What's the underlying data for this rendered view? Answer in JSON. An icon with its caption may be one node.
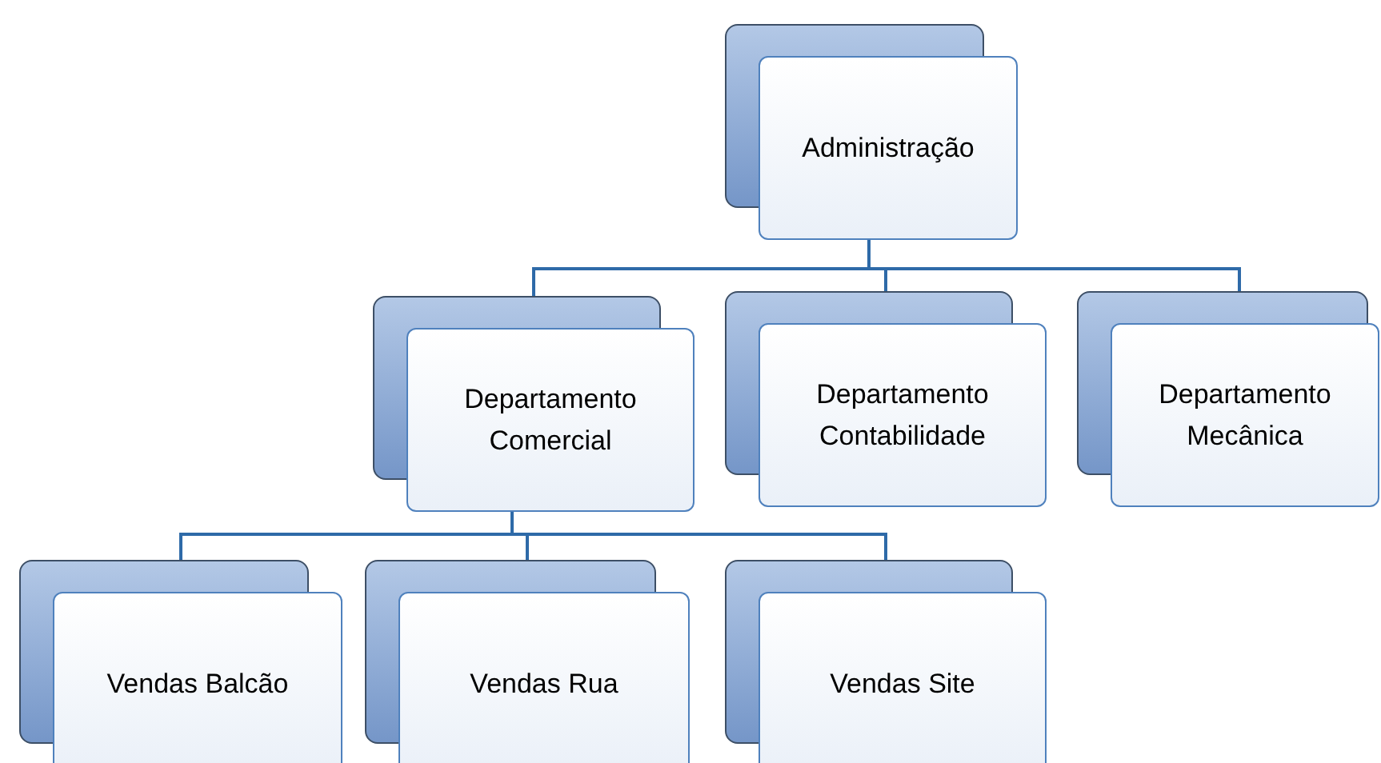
{
  "diagram": {
    "nodes": [
      {
        "text": [
          "Administração"
        ]
      },
      {
        "text": [
          "Departamento Comercial"
        ]
      },
      {
        "text": [
          "Departamento Contabilidade"
        ]
      },
      {
        "text": [
          "Departamento Mecânica"
        ]
      },
      {
        "text": [
          "Vendas Balcão"
        ]
      },
      {
        "text": [
          "Vendas Rua"
        ]
      },
      {
        "text": [
          "Vendas Site"
        ]
      }
    ],
    "edges": [
      {
        "from": 0,
        "to": 1,
        "arrow": "none"
      },
      {
        "from": 0,
        "to": 2,
        "arrow": "none"
      },
      {
        "from": 0,
        "to": 3,
        "arrow": "none"
      },
      {
        "from": 1,
        "to": 4,
        "arrow": "none"
      },
      {
        "from": 1,
        "to": 5,
        "arrow": "none"
      },
      {
        "from": 1,
        "to": 6,
        "arrow": "none"
      }
    ]
  }
}
